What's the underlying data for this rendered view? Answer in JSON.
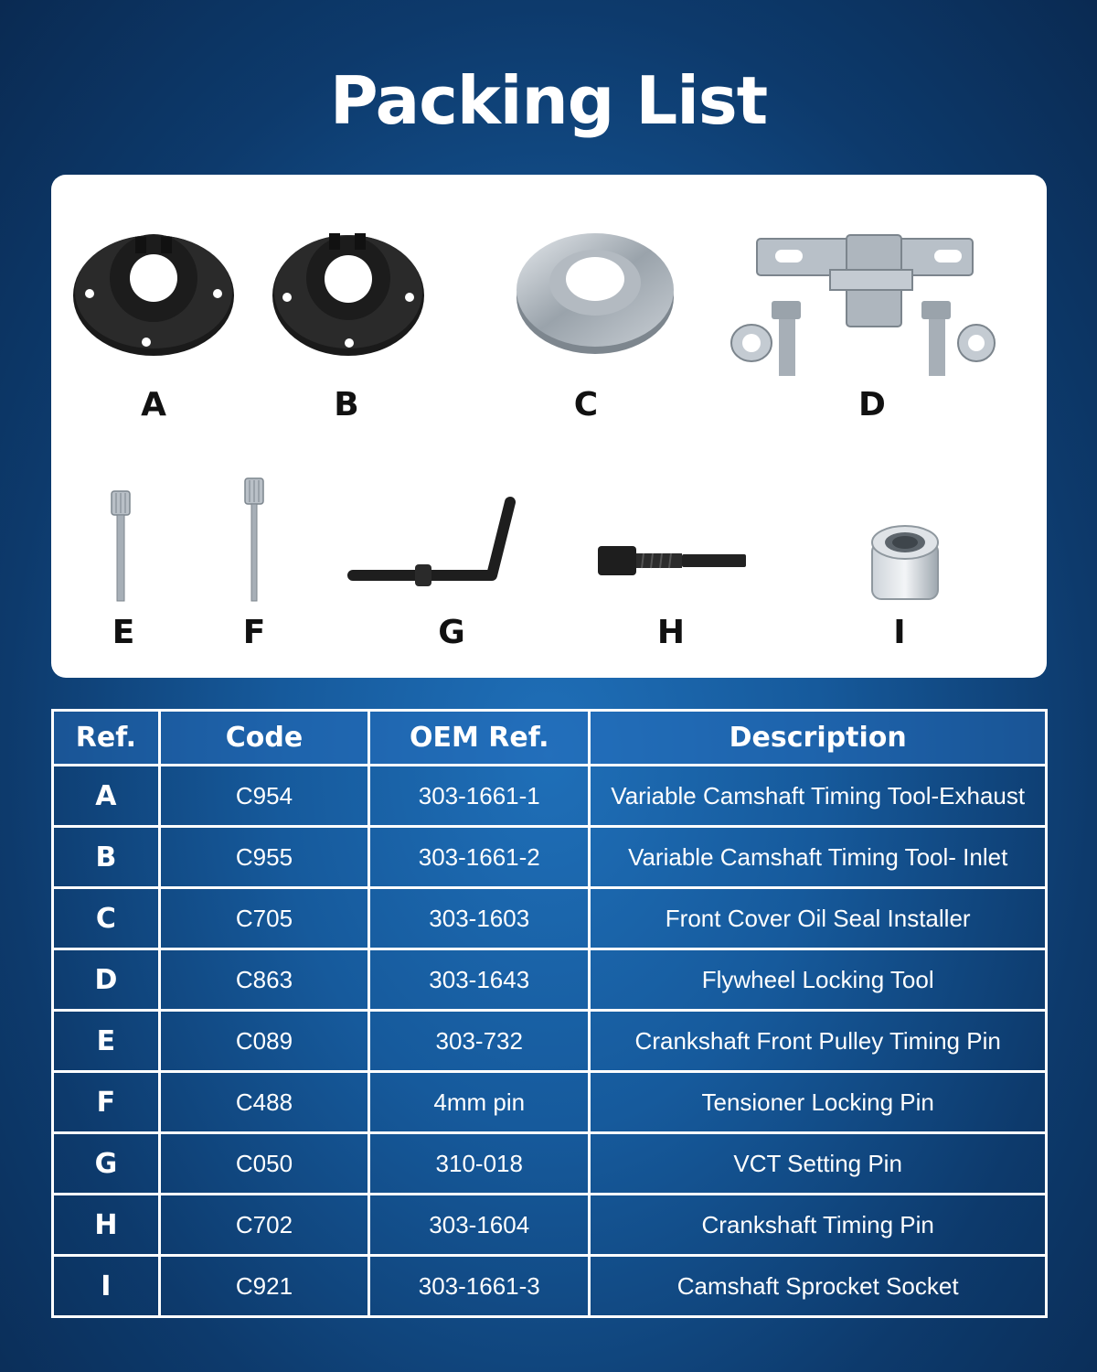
{
  "title": "Packing List",
  "items": [
    {
      "letter": "A",
      "icon": "exhaust-timing-tool-icon"
    },
    {
      "letter": "B",
      "icon": "inlet-timing-tool-icon"
    },
    {
      "letter": "C",
      "icon": "oil-seal-installer-icon"
    },
    {
      "letter": "D",
      "icon": "flywheel-locking-tool-icon"
    },
    {
      "letter": "E",
      "icon": "pulley-timing-pin-icon"
    },
    {
      "letter": "F",
      "icon": "tensioner-locking-pin-icon"
    },
    {
      "letter": "G",
      "icon": "vct-setting-pin-icon"
    },
    {
      "letter": "H",
      "icon": "crankshaft-timing-pin-icon"
    },
    {
      "letter": "I",
      "icon": "sprocket-socket-icon"
    }
  ],
  "table": {
    "headers": [
      "Ref.",
      "Code",
      "OEM Ref.",
      "Description"
    ],
    "rows": [
      [
        "A",
        "C954",
        "303-1661-1",
        "Variable Camshaft Timing Tool-Exhaust"
      ],
      [
        "B",
        "C955",
        "303-1661-2",
        "Variable Camshaft Timing Tool- Inlet"
      ],
      [
        "C",
        "C705",
        "303-1603",
        "Front Cover Oil Seal Installer"
      ],
      [
        "D",
        "C863",
        "303-1643",
        "Flywheel Locking Tool"
      ],
      [
        "E",
        "C089",
        "303-732",
        "Crankshaft Front Pulley Timing Pin"
      ],
      [
        "F",
        "C488",
        "4mm pin",
        "Tensioner Locking Pin"
      ],
      [
        "G",
        "C050",
        "310-018",
        "VCT Setting Pin"
      ],
      [
        "H",
        "C702",
        "303-1604",
        "Crankshaft Timing Pin"
      ],
      [
        "I",
        "C921",
        "303-1661-3",
        "Camshaft Sprocket Socket"
      ]
    ]
  },
  "colors": {
    "background": "#165a9c",
    "panel": "#ffffff",
    "table_border": "#ffffff"
  }
}
